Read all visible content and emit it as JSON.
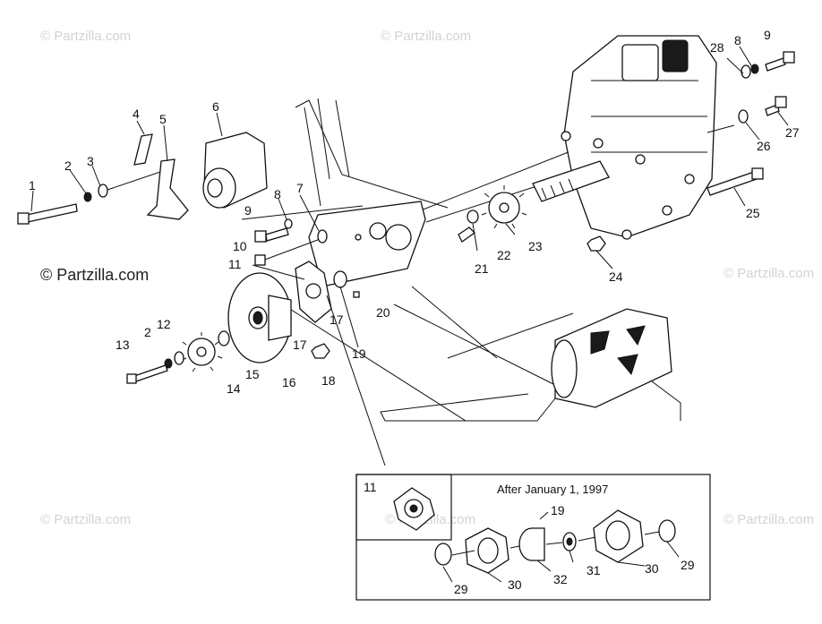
{
  "watermarks": {
    "faint": "© Partzilla.com",
    "primary": "© Partzilla.com"
  },
  "inset": {
    "caption": "After January 1, 1997",
    "sub_label": "11"
  },
  "callouts": [
    "1",
    "2",
    "3",
    "4",
    "5",
    "6",
    "7",
    "8",
    "9",
    "10",
    "11",
    "12",
    "13",
    "2",
    "14",
    "15",
    "16",
    "17",
    "17",
    "18",
    "19",
    "20",
    "21",
    "22",
    "23",
    "24",
    "25",
    "26",
    "27",
    "28",
    "8",
    "9",
    "19",
    "29",
    "30",
    "32",
    "31",
    "30",
    "29"
  ]
}
